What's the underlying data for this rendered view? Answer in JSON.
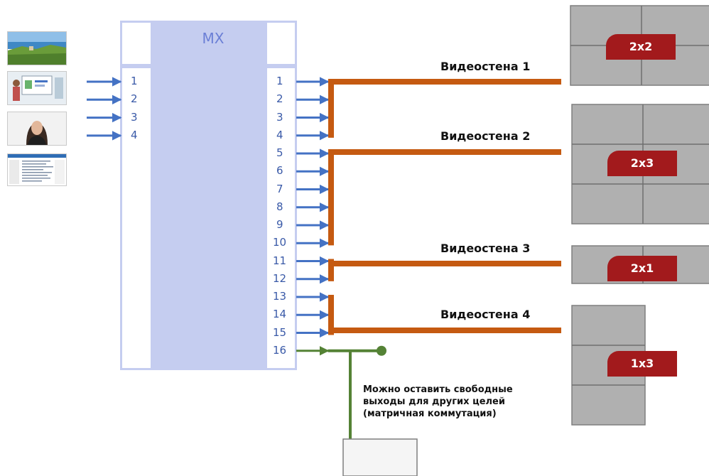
{
  "matrix": {
    "title": "MX"
  },
  "inputs": [
    "1",
    "2",
    "3",
    "4"
  ],
  "outputs": [
    "1",
    "2",
    "3",
    "4",
    "5",
    "6",
    "7",
    "8",
    "9",
    "10",
    "11",
    "12",
    "13",
    "14",
    "15",
    "16"
  ],
  "sources": [
    {
      "name": "landscape-photo"
    },
    {
      "name": "presentation-photo"
    },
    {
      "name": "person-photo"
    },
    {
      "name": "spreadsheet-screenshot"
    }
  ],
  "walls": [
    {
      "title": "Видеостена 1",
      "size": "2x2",
      "rows": 2,
      "cols": 2,
      "outputs": [
        1,
        4
      ]
    },
    {
      "title": "Видеостена 2",
      "size": "2x3",
      "rows": 3,
      "cols": 2,
      "outputs": [
        5,
        10
      ]
    },
    {
      "title": "Видеостена 3",
      "size": "2x1",
      "rows": 1,
      "cols": 2,
      "outputs": [
        11,
        12
      ]
    },
    {
      "title": "Видеостена 4",
      "size": "1x3",
      "rows": 3,
      "cols": 1,
      "outputs": [
        13,
        15
      ]
    }
  ],
  "free_output": {
    "output": 16,
    "note": [
      "Можно оставить свободные",
      "выходы для других целей",
      "(матричная коммутация)"
    ]
  },
  "colors": {
    "matrix_fill": "#c5cdf0",
    "arrow": "#4472c4",
    "bus": "#c55a11",
    "free_line": "#548235",
    "wall_fill": "#b0b0b0",
    "badge": "#a21a1c"
  }
}
